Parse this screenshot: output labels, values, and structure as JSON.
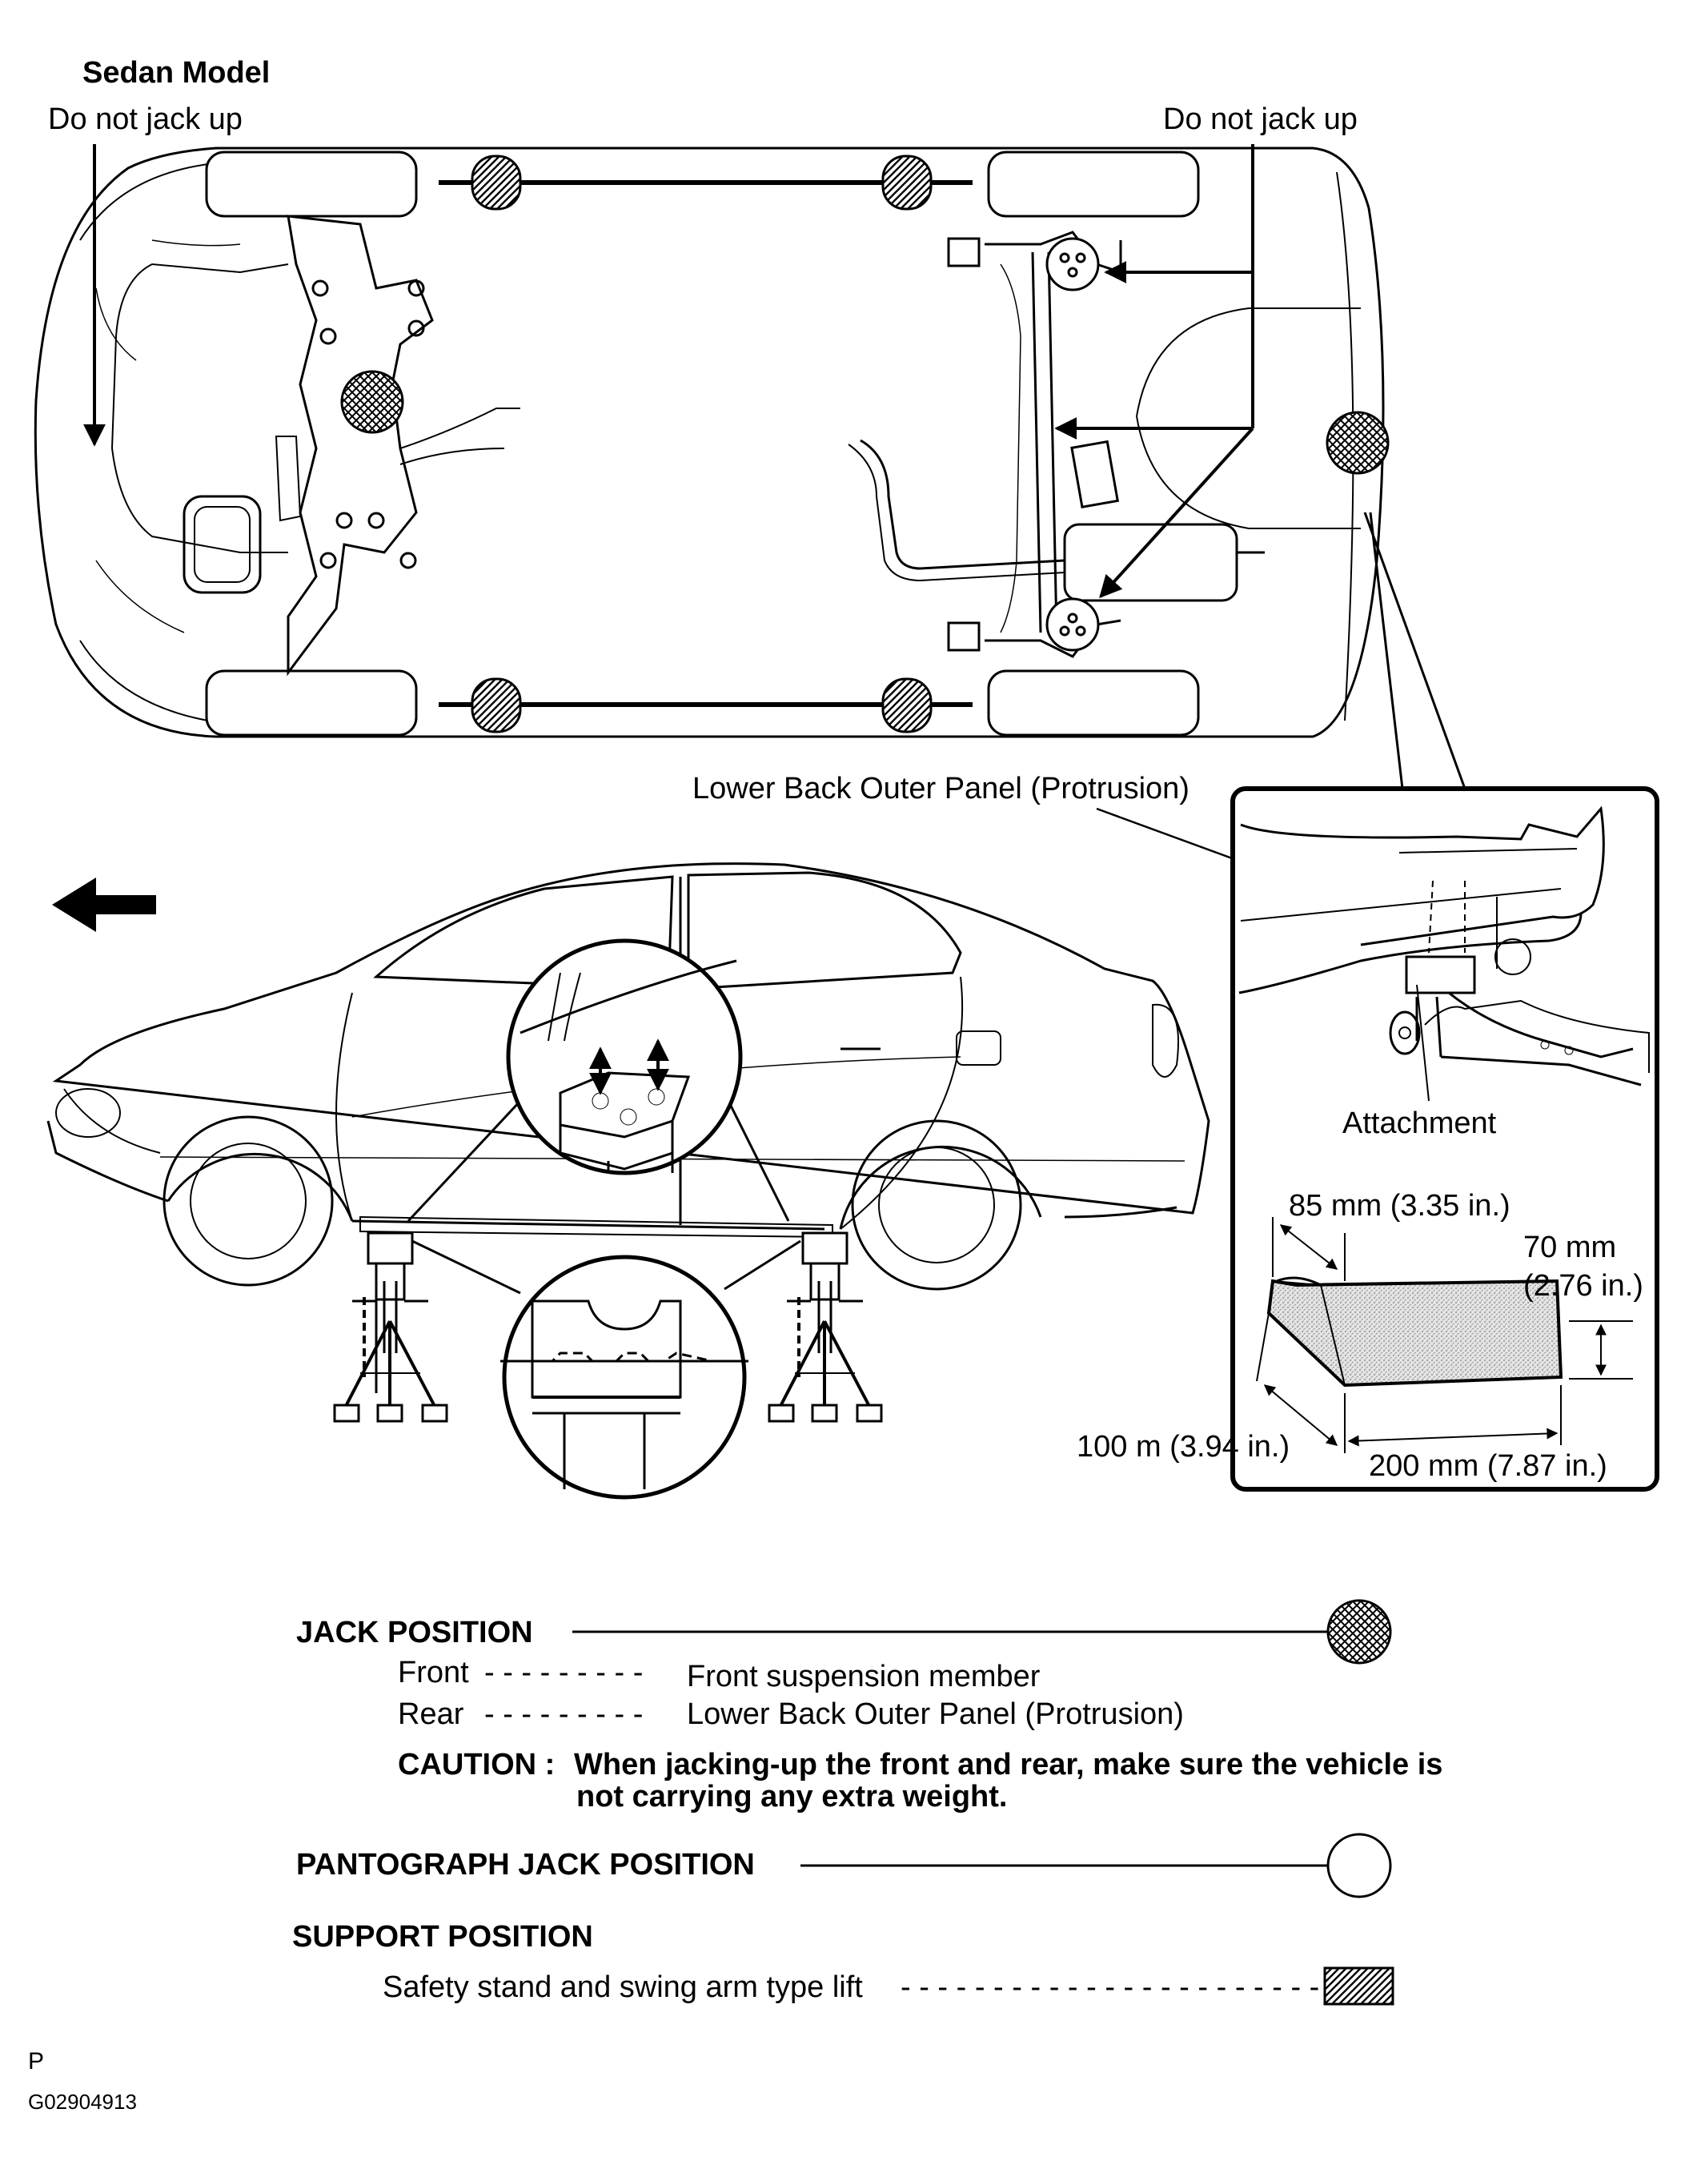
{
  "title": "Sedan Model",
  "top_view": {
    "do_not_jack_left": "Do not jack up",
    "do_not_jack_right": "Do not jack up"
  },
  "side_view": {
    "panel_callout": "Lower Back Outer Panel (Protrusion)"
  },
  "inset": {
    "attachment_label": "Attachment",
    "dim_85": "85 mm (3.35 in.)",
    "dim_70_a": "70 mm",
    "dim_70_b": "(2.76 in.)",
    "dim_100": "100 m (3.94 in.)",
    "dim_200": "200 mm (7.87 in.)"
  },
  "legend": {
    "jack_position": "JACK POSITION",
    "front_label": "Front",
    "front_dashes": "- - - - - - - - -",
    "front_value": "Front suspension member",
    "rear_label": "Rear",
    "rear_dashes": "- - - - - - - - -",
    "rear_value": "Lower Back Outer Panel (Protrusion)",
    "caution_label": "CAUTION :",
    "caution_line1": "When jacking-up the front and rear, make sure the vehicle is",
    "caution_line2": "not carrying any extra weight.",
    "pantograph": "PANTOGRAPH JACK POSITION",
    "support": "SUPPORT POSITION",
    "support_item": "Safety stand and swing arm type lift",
    "support_dashes": "- - - - - - - - - - - - - - - - - - - - - - -"
  },
  "footer": {
    "page_letter": "P",
    "figure_code": "G02904913"
  },
  "icons": {
    "jack": "crosshatched-circle-icon",
    "pantograph": "open-circle-icon",
    "support": "diagonal-hatched-square-icon",
    "direction": "left-arrow-icon"
  }
}
